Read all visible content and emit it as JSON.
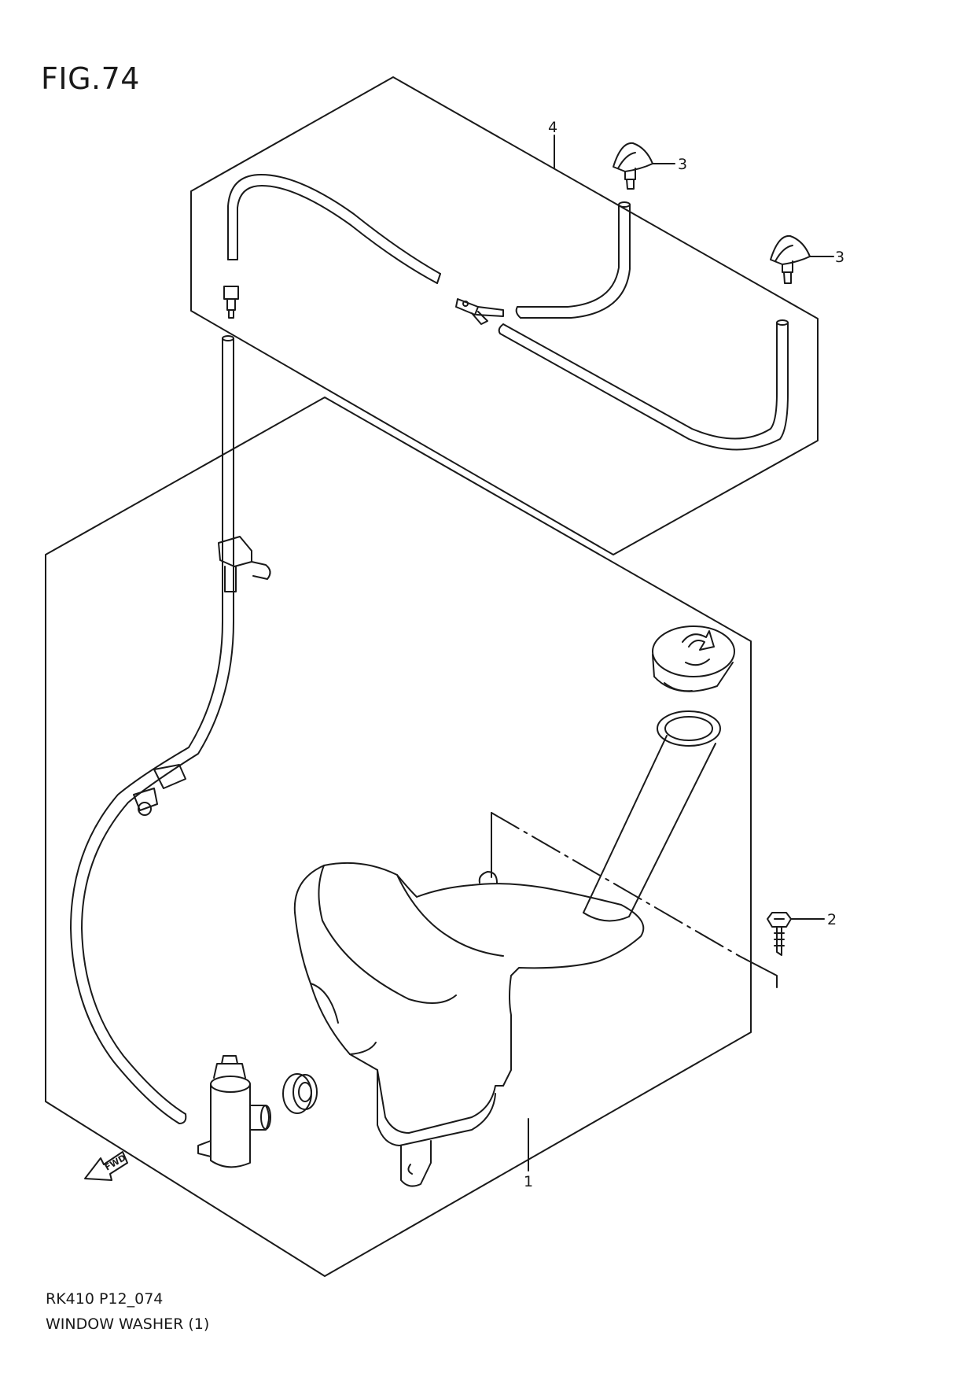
{
  "figure": {
    "title": "FIG.74",
    "code": "RK410 P12_074",
    "name": "WINDOW WASHER (1)"
  },
  "callouts": {
    "tank": "1",
    "bolt": "2",
    "nozzle_a": "3",
    "nozzle_b": "3",
    "hose": "4"
  },
  "direction_marker": "FWD",
  "colors": {
    "line": "#1a1a1a",
    "background": "#ffffff"
  }
}
